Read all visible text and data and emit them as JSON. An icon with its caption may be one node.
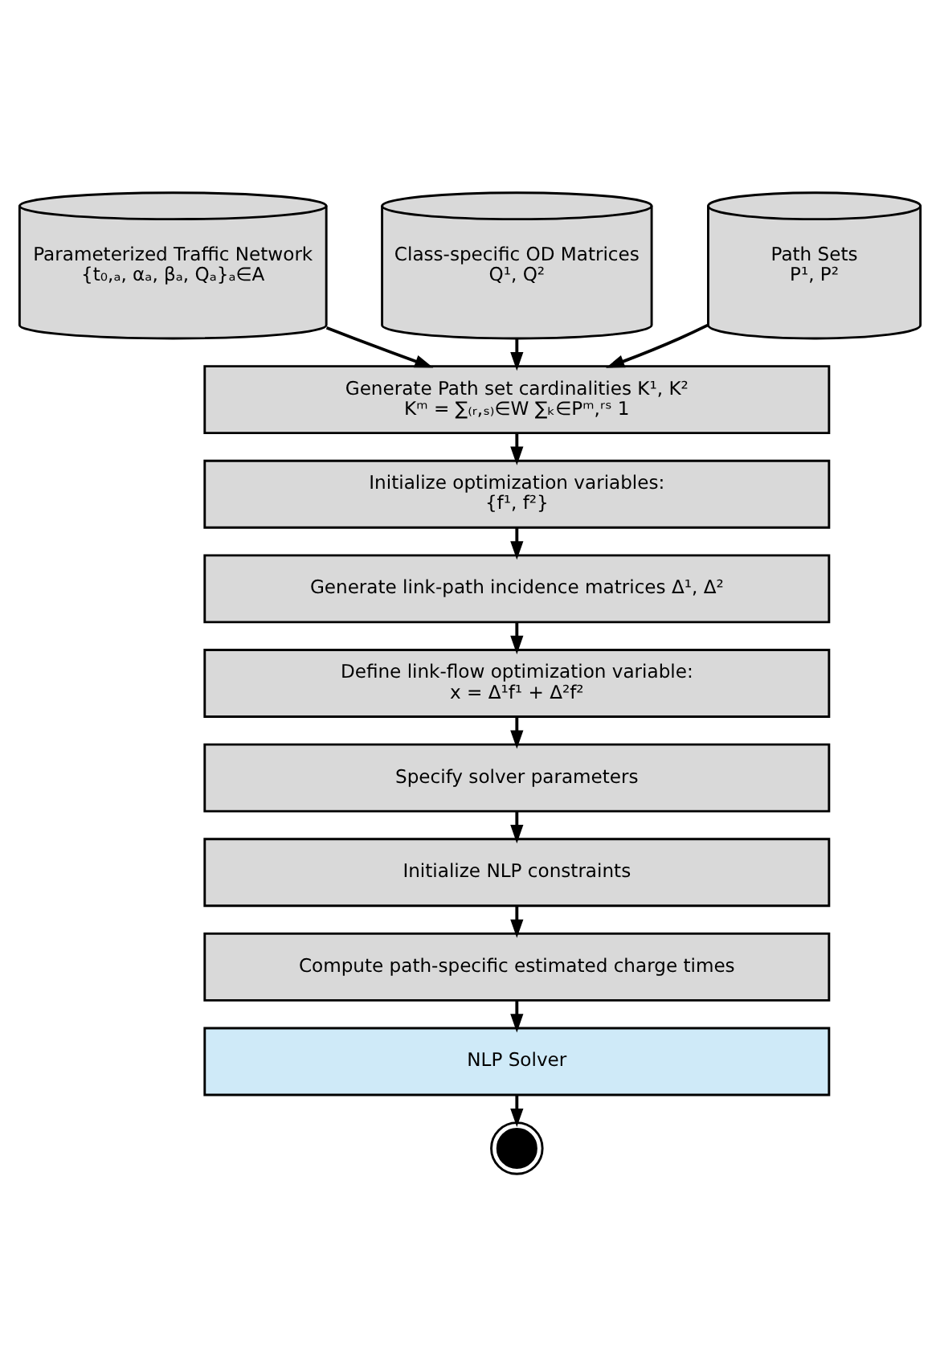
{
  "diagram": {
    "nodes": [
      {
        "text": [
          "Parameterized Traffic Network",
          "{t₀,ₐ, αₐ, βₐ, Qₐ}ₐ∈A"
        ]
      },
      {
        "text": [
          "Class-specific OD Matrices",
          "Q¹, Q²"
        ]
      },
      {
        "text": [
          "Path Sets",
          "P¹, P²"
        ]
      },
      {
        "text": [
          "Generate Path set cardinalities K¹, K²",
          "Kᵐ = ∑₍ᵣ,ₛ₎∈W ∑ₖ∈Pᵐ,ʳˢ 1"
        ]
      },
      {
        "text": [
          "Initialize optimization variables:",
          "{f¹, f²}"
        ]
      },
      {
        "text": [
          "Generate link-path incidence matrices Δ¹, Δ²"
        ]
      },
      {
        "text": [
          "Define link-flow optimization variable:",
          "x = Δ¹f¹ + Δ²f²"
        ]
      },
      {
        "text": [
          "Specify solver parameters"
        ]
      },
      {
        "text": [
          "Initialize NLP constraints"
        ]
      },
      {
        "text": [
          "Compute path-specific estimated charge times"
        ]
      },
      {
        "text": [
          "NLP Solver"
        ]
      },
      {
        "text": [],
        "shape": "circle"
      }
    ],
    "edges": [
      {
        "from": 0,
        "to": 3,
        "arrow": "to"
      },
      {
        "from": 1,
        "to": 3,
        "arrow": "to"
      },
      {
        "from": 2,
        "to": 3,
        "arrow": "to"
      },
      {
        "from": 3,
        "to": 4,
        "arrow": "to"
      },
      {
        "from": 4,
        "to": 5,
        "arrow": "to"
      },
      {
        "from": 5,
        "to": 6,
        "arrow": "to"
      },
      {
        "from": 6,
        "to": 7,
        "arrow": "to"
      },
      {
        "from": 7,
        "to": 8,
        "arrow": "to"
      },
      {
        "from": 8,
        "to": 9,
        "arrow": "to"
      },
      {
        "from": 9,
        "to": 10,
        "arrow": "to"
      },
      {
        "from": 10,
        "to": 11,
        "arrow": "to"
      }
    ]
  }
}
